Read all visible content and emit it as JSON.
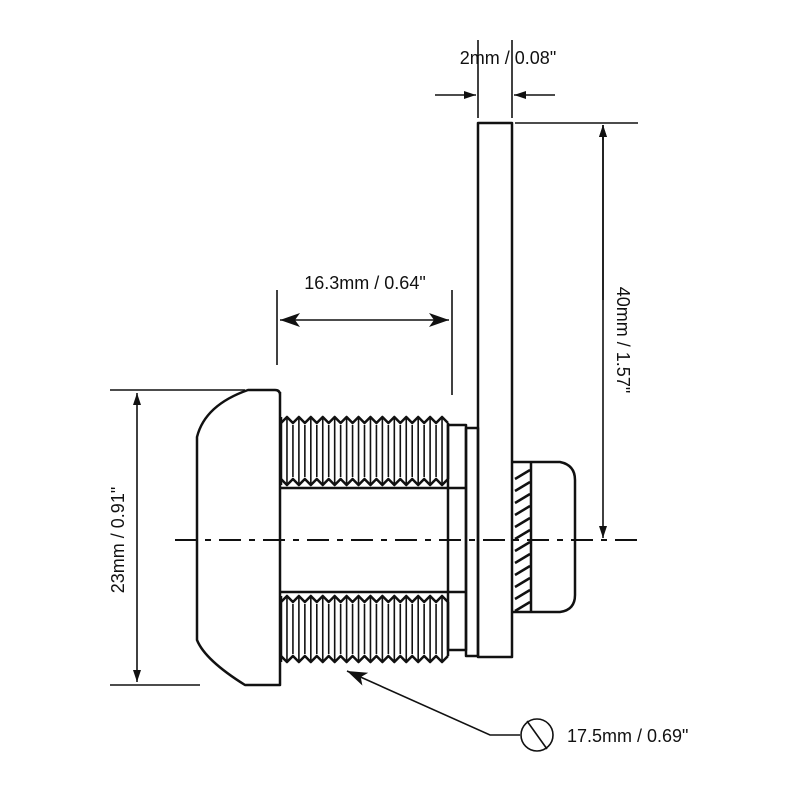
{
  "title": "Cam lock dimension drawing",
  "dimensions": {
    "plate_thickness": "2mm / 0.08\"",
    "plate_length": "40mm / 1.57\"",
    "thread_length": "16.3mm / 0.64\"",
    "head_diameter": "23mm / 0.91\"",
    "thread_diameter": "17.5mm / 0.69\""
  },
  "colors": {
    "line": "#111111",
    "background": "#ffffff"
  }
}
